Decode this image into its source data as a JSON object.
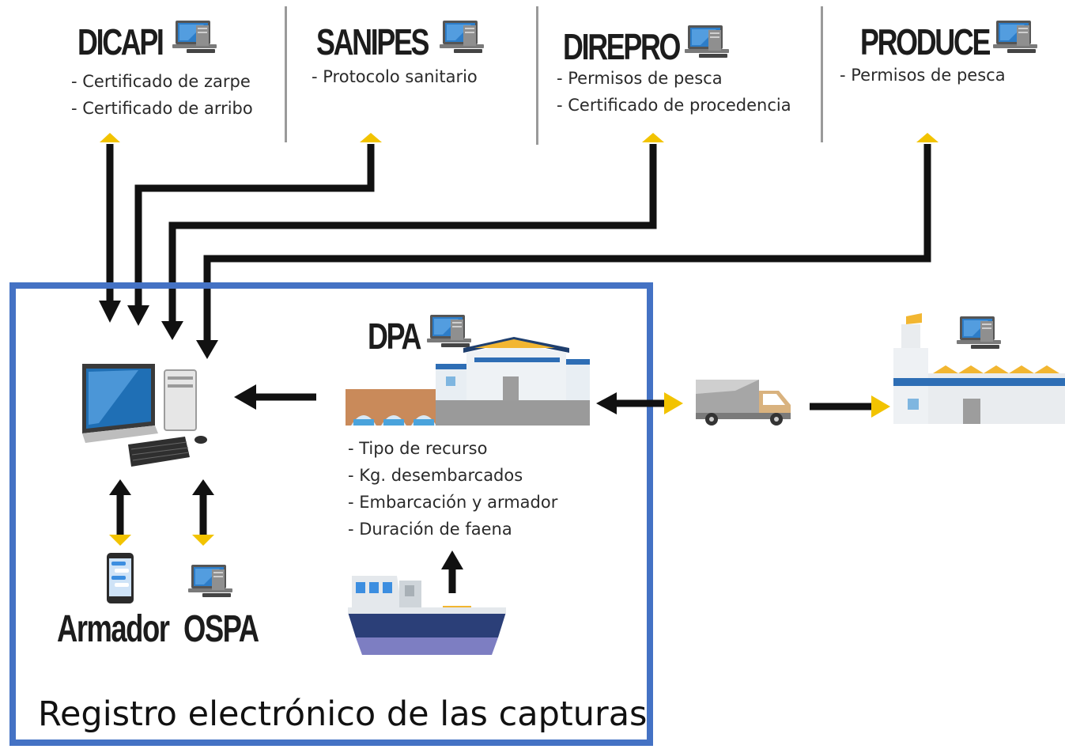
{
  "agencies": [
    {
      "name": "DICAPI",
      "items": [
        "- Certificado de zarpe",
        "- Certificado de arribo"
      ]
    },
    {
      "name": "SANIPES",
      "items": [
        "- Protocolo sanitario"
      ]
    },
    {
      "name": "DIREPRO",
      "items": [
        "- Permisos de pesca",
        "- Certificado de procedencia"
      ]
    },
    {
      "name": "PRODUCE",
      "items": [
        "- Permisos de pesca"
      ]
    }
  ],
  "dpa": {
    "name": "DPA",
    "items": [
      "- Tipo de recurso",
      "- Kg. desembarcados",
      "- Embarcación y armador",
      "- Duración de faena"
    ]
  },
  "actors": {
    "armador": "Armador",
    "ospa": "OSPA"
  },
  "caption": "Registro electrónico de las capturas",
  "colors": {
    "frame": "#4472c4",
    "arrow": "#111111",
    "arrowhead": "#f2c300",
    "screen": "#1f6fb5"
  },
  "icons": [
    "laptop-icon",
    "desktop-computer-icon",
    "smartphone-icon",
    "landing-facility-icon",
    "truck-icon",
    "processing-plant-icon",
    "fishing-boat-icon"
  ]
}
